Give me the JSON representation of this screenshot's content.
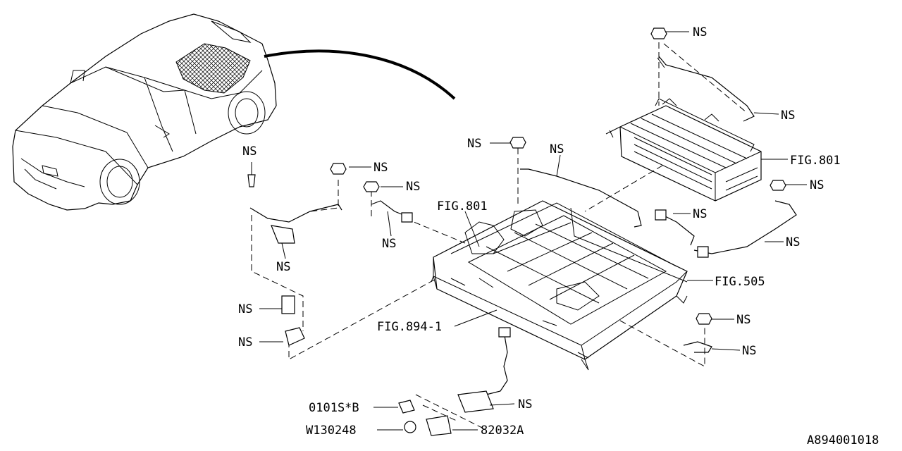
{
  "diagram": {
    "id_code": "A894001018",
    "labels": {
      "ns": "NS",
      "fig801": "FIG.801",
      "fig505": "FIG.505",
      "fig894": "FIG.894-1",
      "bolt": "0101S*B",
      "washer": "W130248",
      "clip": "82032A"
    }
  }
}
